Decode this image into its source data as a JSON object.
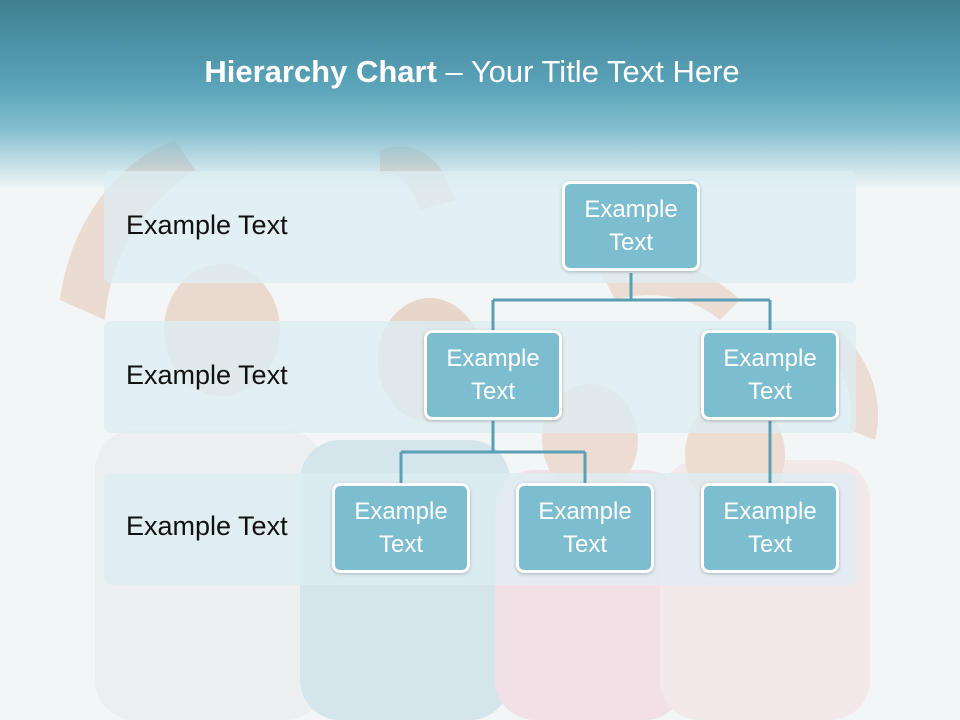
{
  "title": {
    "bold": "Hierarchy Chart",
    "dash": " – ",
    "rest": "Your Title Text Here"
  },
  "rows": [
    {
      "label": "Example Text"
    },
    {
      "label": "Example Text"
    },
    {
      "label": "Example Text"
    }
  ],
  "nodes": {
    "root": {
      "text": "Example Text"
    },
    "level2_a": {
      "text": "Example Text"
    },
    "level2_b": {
      "text": "Example Text"
    },
    "level3_a": {
      "text": "Example Text"
    },
    "level3_b": {
      "text": "Example Text"
    },
    "level3_c": {
      "text": "Example Text"
    }
  },
  "colors": {
    "header": "#4f98ad",
    "node_fill": "#7dbdd0",
    "row_band": "#dcedf2",
    "connector": "#5a9fb3"
  }
}
